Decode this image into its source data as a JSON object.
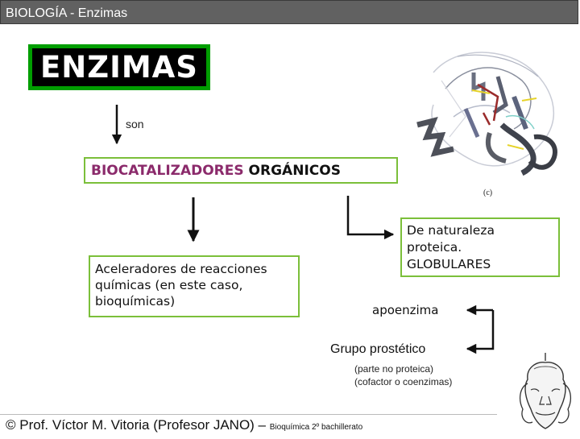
{
  "header": {
    "title": "BIOLOGÍA - Enzimas"
  },
  "diagram": {
    "main_title": "ENZIMAS",
    "connector": "son",
    "biocatalysts": {
      "part1": "BIO",
      "part2": "CATALIZADORES",
      "part3": " ORGÁNICOS"
    },
    "accelerators": {
      "line1": "Aceleradores de reacciones",
      "line2": "químicas (en este caso,",
      "line3": "bioquímicas)"
    },
    "nature": {
      "line1": "De naturaleza",
      "line2": "proteica.",
      "line3": "GLOBULARES"
    },
    "apoenzyme": "apoenzima",
    "prosthetic_group": "Grupo prostético",
    "notes": {
      "line1": "(parte no proteica)",
      "line2": "(cofactor o coenzimas)"
    },
    "figure_label": "(c)"
  },
  "footer": {
    "main": "© Prof. Víctor M. Vitoria (Profesor JANO) – ",
    "sub": "Bioquímica 2º bachillerato"
  },
  "colors": {
    "header_bg": "#616161",
    "title_border": "#009e00",
    "box_border": "#7bbf3a",
    "accent_purple": "#8b2a6b"
  },
  "icons": [
    "protein-structure-image",
    "janus-logo",
    "arrow-down-icon",
    "arrow-right-icon",
    "arrow-left-icon"
  ]
}
